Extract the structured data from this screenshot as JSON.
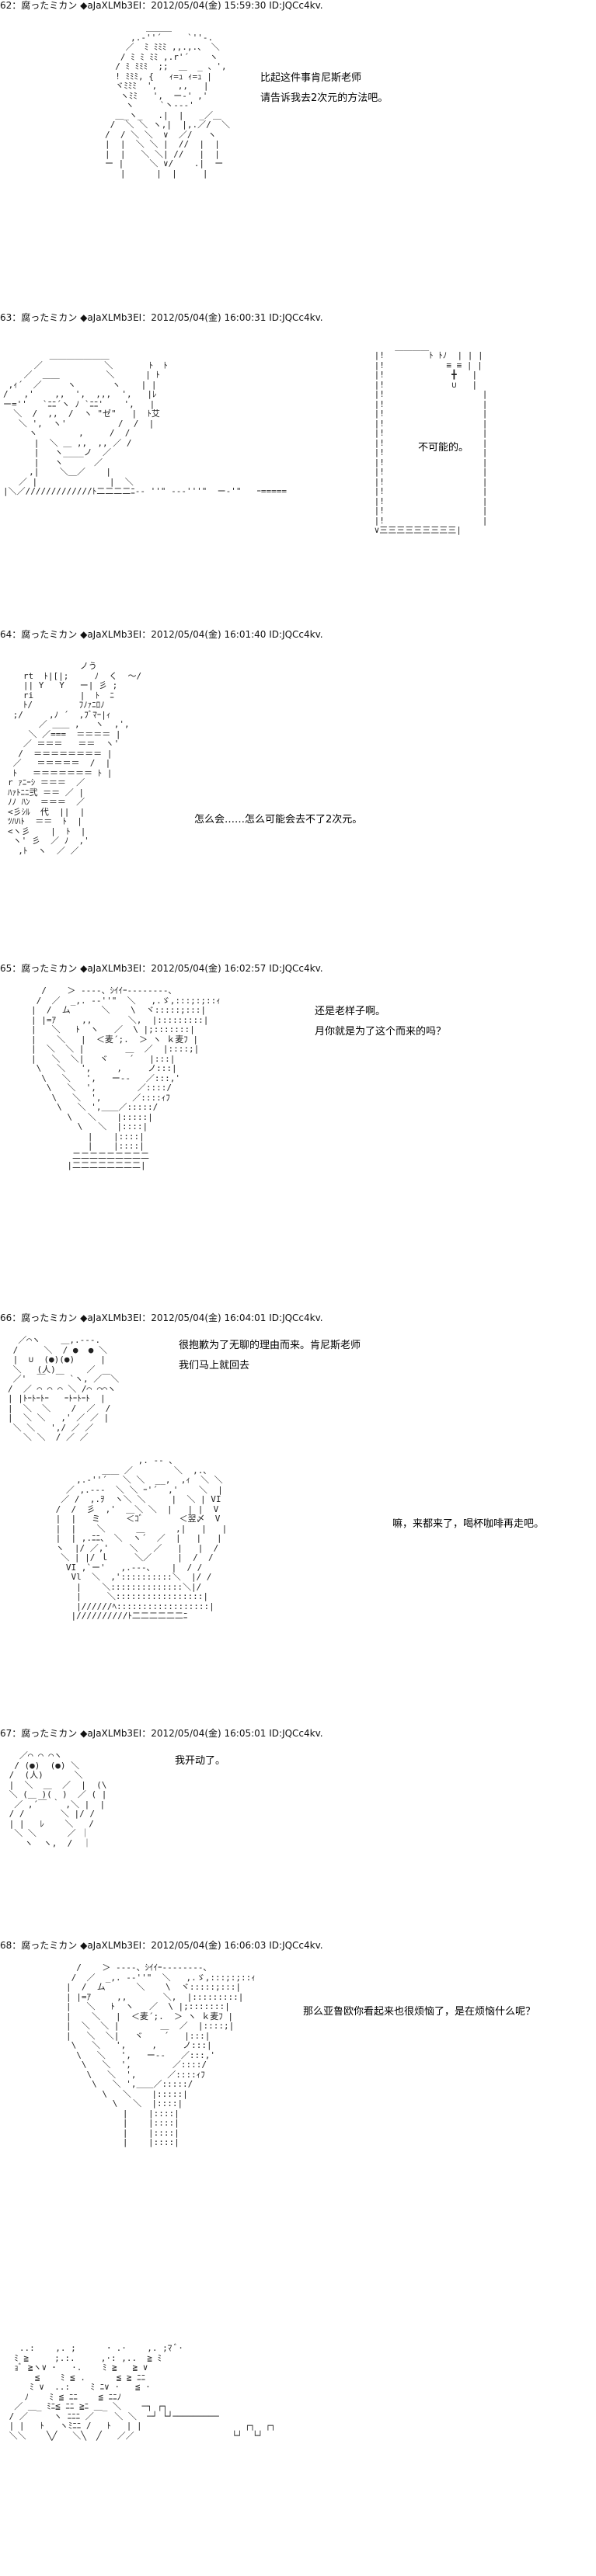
{
  "posts": [
    {
      "header": "62：腐ったミカン ◆aJaXLMb3EI：2012/05/04(金) 15:59:30 ID:JQCc4kv.",
      "lines": [
        "比起这件事肯尼斯老师",
        "请告诉我去2次元的方法吧。"
      ]
    },
    {
      "header": "63：腐ったミカン ◆aJaXLMb3EI：2012/05/04(金) 16:00:31 ID:JQCc4kv.",
      "lines": [
        "不可能的。"
      ]
    },
    {
      "header": "64：腐ったミカン ◆aJaXLMb3EI：2012/05/04(金) 16:01:40 ID:JQCc4kv.",
      "lines": [
        "怎么会……怎么可能会去不了2次元。"
      ]
    },
    {
      "header": "65：腐ったミカン ◆aJaXLMb3EI：2012/05/04(金) 16:02:57 ID:JQCc4kv.",
      "lines": [
        "还是老样子啊。",
        "月你就是为了这个而来的吗？"
      ]
    },
    {
      "header": "66：腐ったミカン ◆aJaXLMb3EI：2012/05/04(金) 16:04:01 ID:JQCc4kv.",
      "lines": [
        "很抱歉为了无聊的理由而来。肯尼斯老师",
        "我们马上就回去"
      ],
      "lines2": [
        "嘛，来都来了，喝杯咖啡再走吧。"
      ]
    },
    {
      "header": "67：腐ったミカン ◆aJaXLMb3EI：2012/05/04(金) 16:05:01 ID:JQCc4kv.",
      "lines": [
        "我开动了。"
      ]
    },
    {
      "header": "68：腐ったミカン ◆aJaXLMb3EI：2012/05/04(金) 16:06:03 ID:JQCc4kv.",
      "lines": [
        "那么亚鲁欧你看起来也很烦恼了，是在烦恼什么呢？"
      ]
    }
  ]
}
